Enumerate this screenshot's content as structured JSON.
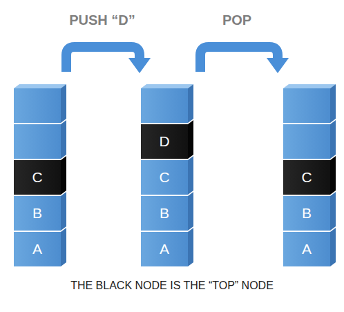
{
  "diagram": {
    "caption": "THE BLACK NODE IS THE “TOP” NODE",
    "nodes": [
      {
        "text": [
          "C"
        ]
      },
      {
        "text": [
          "B"
        ]
      },
      {
        "text": [
          "A"
        ]
      },
      {
        "text": [
          "D"
        ]
      },
      {
        "text": [
          "C"
        ]
      },
      {
        "text": [
          "B"
        ]
      },
      {
        "text": [
          "A"
        ]
      },
      {
        "text": [
          "C"
        ]
      },
      {
        "text": [
          "B"
        ]
      },
      {
        "text": [
          "A"
        ]
      }
    ],
    "labels": [
      "PUSH “D”",
      "POP"
    ]
  }
}
